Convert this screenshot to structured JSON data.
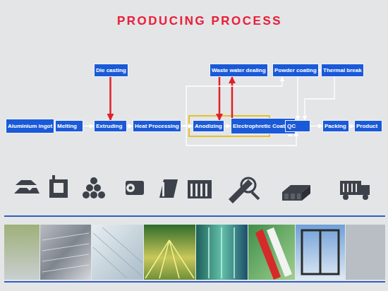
{
  "diagram": {
    "title": "PRODUCING PROCESS",
    "nodes": [
      {
        "text": [
          "Die casting"
        ]
      },
      {
        "text": [
          "Waste water dealing"
        ]
      },
      {
        "text": [
          "Powder coating"
        ]
      },
      {
        "text": [
          "Thermal break"
        ]
      },
      {
        "text": [
          "Aluminium ingot"
        ]
      },
      {
        "text": [
          "Melting"
        ]
      },
      {
        "text": [
          "Extruding"
        ]
      },
      {
        "text": [
          "Heat Processing"
        ]
      },
      {
        "text": [
          "Anodizing"
        ]
      },
      {
        "text": [
          "Electrophretic Coating"
        ]
      },
      {
        "text": [
          "QC"
        ]
      },
      {
        "text": [
          "Packing"
        ]
      },
      {
        "text": [
          "Product"
        ]
      }
    ],
    "edges": [
      {
        "from": 4,
        "to": 5,
        "arrow": "to"
      },
      {
        "from": 5,
        "to": 6,
        "arrow": "to"
      },
      {
        "from": 0,
        "to": 6,
        "arrow": "to"
      },
      {
        "from": 6,
        "to": 7,
        "arrow": "to"
      },
      {
        "from": 7,
        "to": 8,
        "arrow": "to"
      },
      {
        "from": 8,
        "to": 9,
        "arrow": "to"
      },
      {
        "from": 1,
        "to": 8,
        "arrow": "to"
      },
      {
        "from": 9,
        "to": 1,
        "arrow": "to"
      },
      {
        "from": 9,
        "to": 10,
        "arrow": "to"
      },
      {
        "from": 10,
        "to": 11,
        "arrow": "to"
      },
      {
        "from": 11,
        "to": 12,
        "arrow": "to"
      },
      {
        "from": 7,
        "to": 2,
        "arrow": "to"
      },
      {
        "from": 7,
        "to": 10,
        "arrow": "to"
      },
      {
        "from": 2,
        "to": 3,
        "arrow": "to"
      },
      {
        "from": 2,
        "to": 10,
        "arrow": "to"
      },
      {
        "from": 3,
        "to": 10,
        "arrow": "to"
      }
    ]
  }
}
